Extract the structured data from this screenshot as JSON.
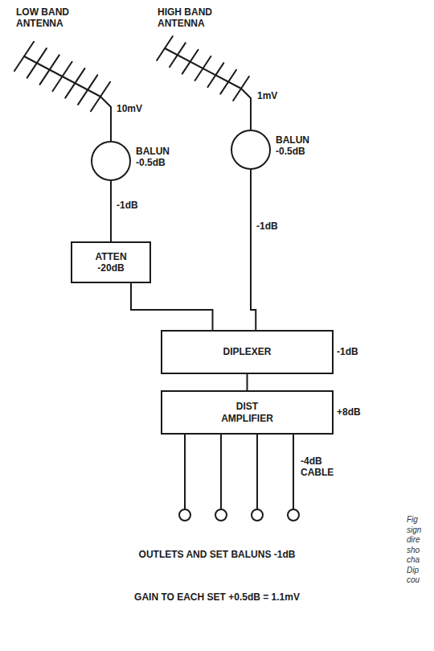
{
  "diagram": {
    "caption": "Fig sign dire sho cha Dip cou",
    "nodes": [
      {
        "text": [
          "BALUN -0.5dB"
        ]
      },
      {
        "text": [
          "BALUN -0.5dB"
        ]
      },
      {
        "text": [
          "ATTEN -20dB"
        ]
      },
      {
        "text": [
          "DIPLEXER",
          "-1dB"
        ]
      },
      {
        "text": [
          "DIST AMPLIFIER",
          "+8dB"
        ]
      }
    ],
    "edges": [
      {
        "from": 0,
        "to": 2,
        "arrow": "none",
        "label": "-1dB"
      },
      {
        "from": 2,
        "to": 3,
        "arrow": "none"
      },
      {
        "from": 1,
        "to": 3,
        "arrow": "none",
        "label": "-1dB"
      },
      {
        "from": 3,
        "to": 4,
        "arrow": "none"
      }
    ],
    "labels": [
      "LOW BAND ANTENNA",
      "HIGH BAND ANTENNA",
      "10mV",
      "1mV",
      "-4dB CABLE",
      "OUTLETS AND SET BALUNS -1dB",
      "GAIN TO EACH SET +0.5dB = 1.1mV"
    ]
  }
}
